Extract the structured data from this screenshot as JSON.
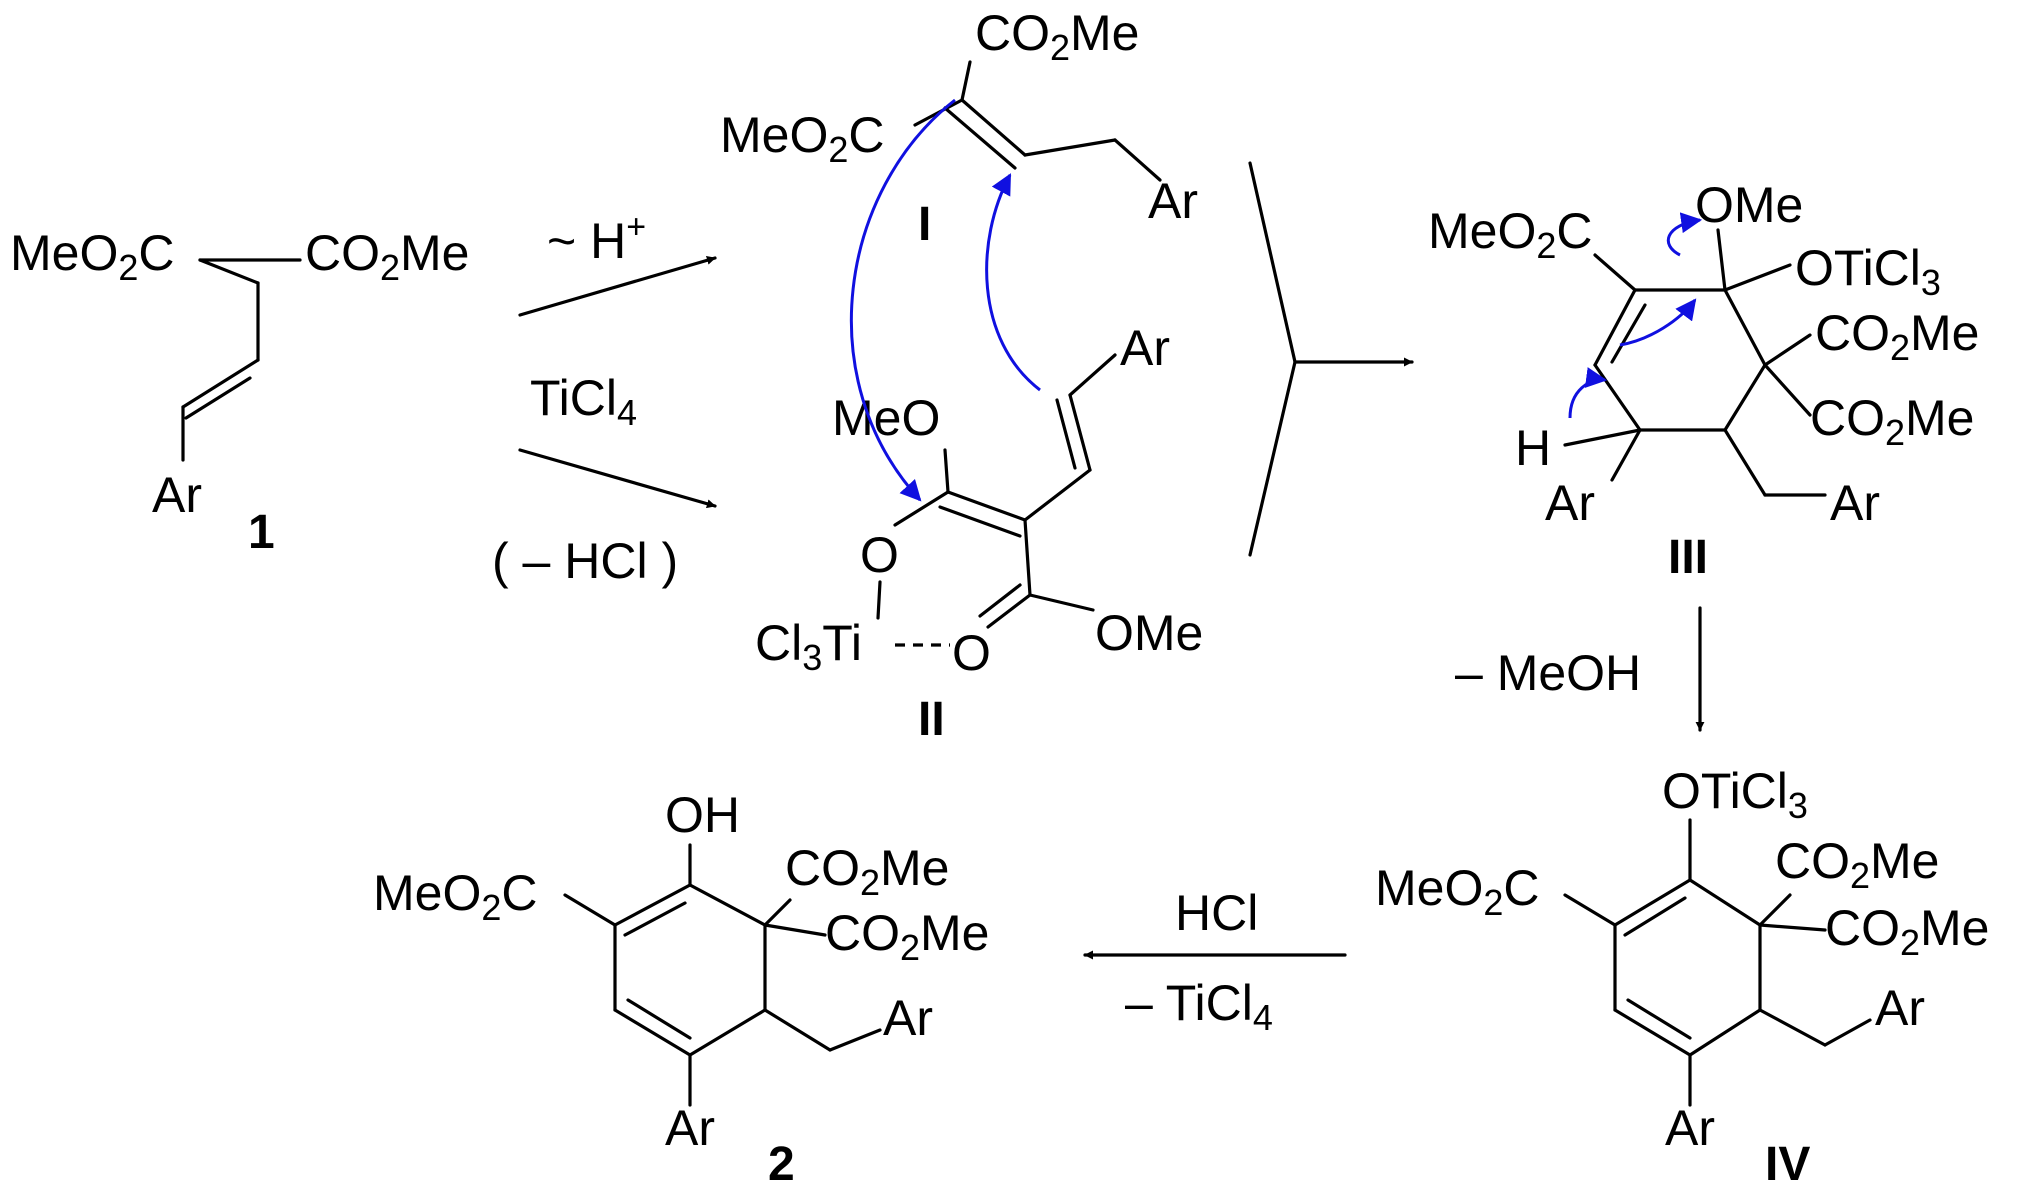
{
  "compounds": {
    "c1": {
      "label": "1",
      "ester_left": "MeO2C",
      "ester_right": "CO2Me",
      "aryl": "Ar"
    },
    "cI": {
      "label": "I",
      "ester_top": "CO2Me",
      "ester_left": "MeO2C",
      "aryl": "Ar"
    },
    "cII": {
      "label": "II",
      "aryl": "Ar",
      "methoxy": "MeO",
      "oxygen": "O",
      "ti": "Cl3Ti",
      "carbonyl_o": "O",
      "ome": "OMe"
    },
    "cIII": {
      "label": "III",
      "ester": "MeO2C",
      "ome": "OMe",
      "oticl3": "OTiCl3",
      "ester2": "CO2Me",
      "ester3": "CO2Me",
      "h": "H",
      "aryl1": "Ar",
      "aryl2": "Ar"
    },
    "cIV": {
      "label": "IV",
      "oticl3": "OTiCl3",
      "ester": "MeO2C",
      "ester2": "CO2Me",
      "ester3": "CO2Me",
      "aryl1": "Ar",
      "aryl2": "Ar"
    },
    "c2": {
      "label": "2",
      "oh": "OH",
      "ester": "MeO2C",
      "ester2": "CO2Me",
      "ester3": "CO2Me",
      "aryl1": "Ar",
      "aryl2": "Ar"
    }
  },
  "conditions": {
    "proton_shift": "~ H+",
    "ticl4": "TiCl4",
    "minus_hcl": "( – HCl )",
    "minus_meoh": "– MeOH",
    "hcl": "HCl",
    "minus_ticl4": "– TiCl4"
  },
  "colors": {
    "arrow_push": "#1010e0",
    "ink": "#000000"
  }
}
